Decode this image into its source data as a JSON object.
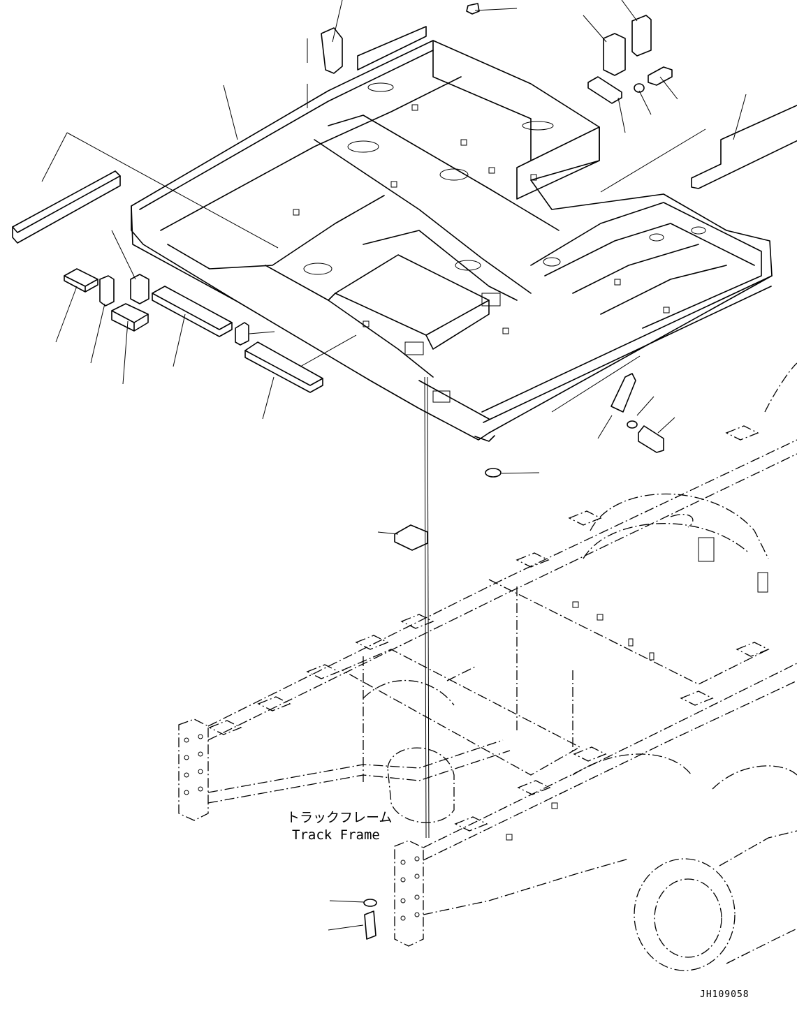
{
  "labels": {
    "track_frame_ja": "トラックフレーム",
    "track_frame_en": "Track Frame"
  },
  "drawing_number": "JH109058",
  "colors": {
    "line": "#000000",
    "background": "#ffffff"
  }
}
